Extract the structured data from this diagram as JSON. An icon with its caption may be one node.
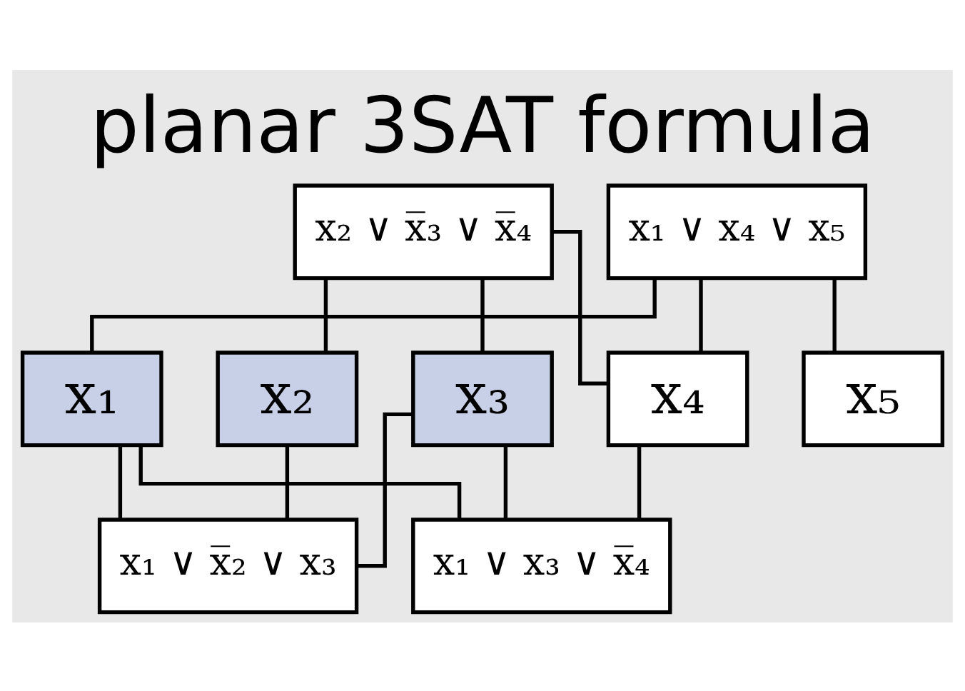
{
  "diagram": {
    "title": "planar 3SAT formula",
    "nodes": [
      {
        "text": [
          "x₁ ∨ x₄ ∨ x₅"
        ]
      },
      {
        "text": [
          "x₂ ∨ x̅₃ ∨ x̅₄"
        ]
      },
      {
        "text": [
          "x₁"
        ]
      },
      {
        "text": [
          "x₂"
        ]
      },
      {
        "text": [
          "x₃"
        ]
      },
      {
        "text": [
          "x₄"
        ]
      },
      {
        "text": [
          "x₅"
        ]
      },
      {
        "text": [
          "x₁ ∨ x̅₂ ∨ x₃"
        ]
      },
      {
        "text": [
          "x₁ ∨ x₃ ∨ x̅₄"
        ]
      }
    ],
    "edges": [
      {
        "from": 0,
        "to": 2,
        "arrow": "none"
      },
      {
        "from": 0,
        "to": 5,
        "arrow": "none"
      },
      {
        "from": 0,
        "to": 6,
        "arrow": "none"
      },
      {
        "from": 1,
        "to": 3,
        "arrow": "none"
      },
      {
        "from": 1,
        "to": 4,
        "arrow": "none"
      },
      {
        "from": 1,
        "to": 5,
        "arrow": "none"
      },
      {
        "from": 2,
        "to": 7,
        "arrow": "none"
      },
      {
        "from": 3,
        "to": 7,
        "arrow": "none"
      },
      {
        "from": 4,
        "to": 7,
        "arrow": "none"
      },
      {
        "from": 2,
        "to": 8,
        "arrow": "none"
      },
      {
        "from": 4,
        "to": 8,
        "arrow": "none"
      },
      {
        "from": 5,
        "to": 8,
        "arrow": "none"
      }
    ]
  }
}
